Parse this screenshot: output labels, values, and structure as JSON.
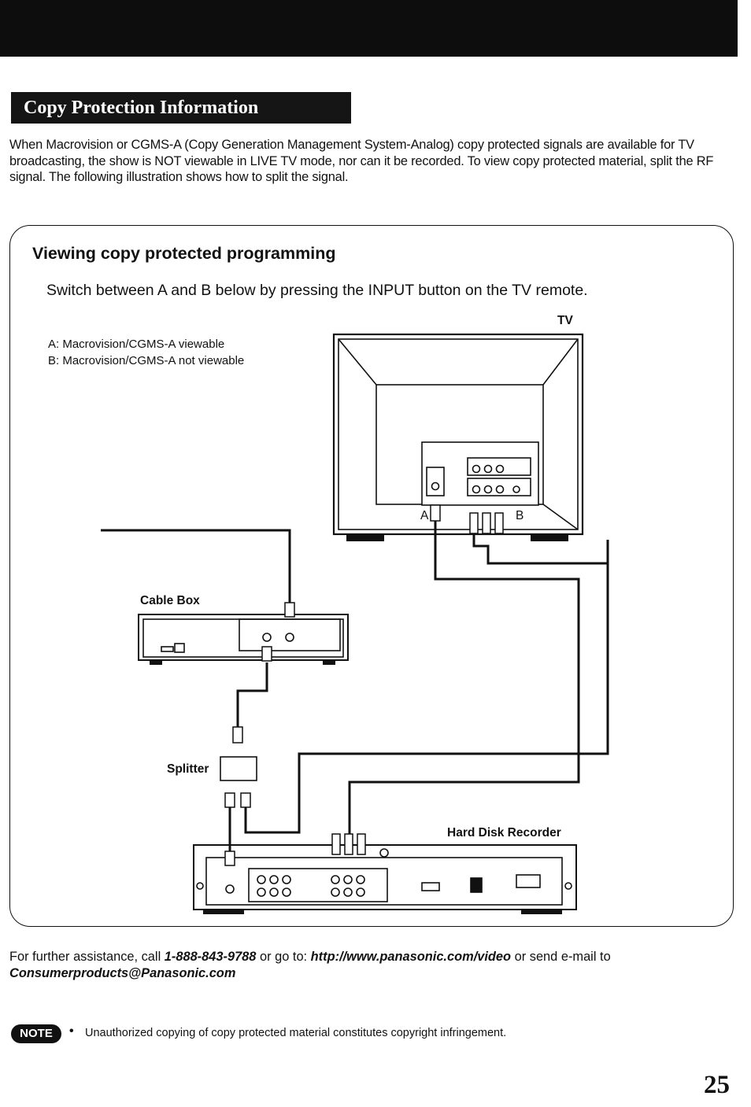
{
  "section_title": "Copy Protection Information",
  "intro_text": "When Macrovision or CGMS-A (Copy Generation Management System-Analog) copy protected signals are available for TV broadcasting, the show is NOT viewable in LIVE TV mode, nor can it be recorded. To view copy protected material, split the RF signal. The following illustration shows how to split the signal.",
  "diagram": {
    "title": "Viewing copy protected programming",
    "instruction": "Switch between A and B below by pressing the INPUT button on the TV remote.",
    "legend": [
      "A: Macrovision/CGMS-A viewable",
      "B: Macrovision/CGMS-A not viewable"
    ],
    "labels": {
      "tv": "TV",
      "cable_box": "Cable Box",
      "splitter": "Splitter",
      "hard_disk_recorder": "Hard Disk Recorder",
      "a": "A",
      "b": "B"
    }
  },
  "footer": {
    "prefix": "For further assistance, call ",
    "phone": "1-888-843-9788",
    "middle": " or go to: ",
    "url": "http://www.panasonic.com/video",
    "middle2": " or send e-mail to ",
    "email": "Consumerproducts@Panasonic.com"
  },
  "note": {
    "badge": "NOTE",
    "bullet": "•",
    "text": "Unauthorized copying of copy protected material constitutes copyright infringement."
  },
  "page_number": "25"
}
